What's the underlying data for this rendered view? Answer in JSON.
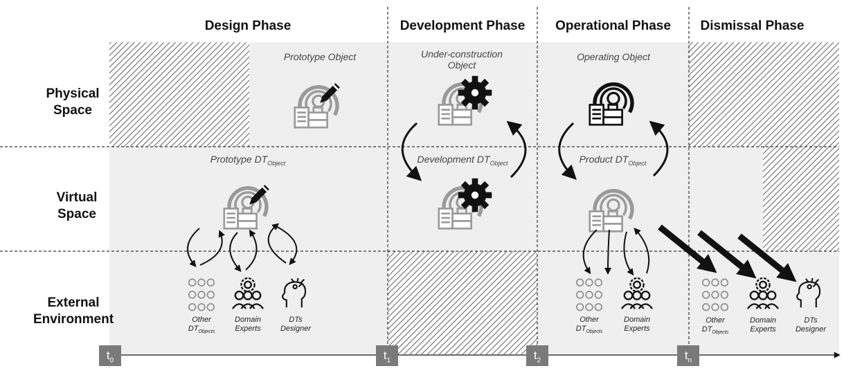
{
  "phases": {
    "design": "Design Phase",
    "development": "Development Phase",
    "operational": "Operational Phase",
    "dismissal": "Dismissal Phase"
  },
  "rows": {
    "physical": [
      "Physical",
      "Space"
    ],
    "virtual": [
      "Virtual",
      "Space"
    ],
    "external": [
      "External",
      "Environment"
    ]
  },
  "captions": {
    "prototype_object": "Prototype Object",
    "under_construction": [
      "Under-construction",
      "Object"
    ],
    "operating_object": "Operating Object",
    "prototype_dt": {
      "base": "Prototype DT",
      "sub": "Object"
    },
    "development_dt": {
      "base": "Development DT",
      "sub": "Object"
    },
    "product_dt": {
      "base": "Product DT",
      "sub": "Object"
    }
  },
  "actors": {
    "other": {
      "line1": "Other",
      "line2_base": "DT",
      "line2_sub": "Objects"
    },
    "domain": [
      "Domain",
      "Experts"
    ],
    "designer": [
      "DTs",
      "Designer"
    ]
  },
  "timeline": {
    "t0": {
      "base": "t",
      "sub": "0"
    },
    "t1": {
      "base": "t",
      "sub": "1"
    },
    "t2": {
      "base": "t",
      "sub": "2"
    },
    "tn": {
      "base": "t",
      "sub": "n"
    }
  },
  "colors": {
    "panel": "#efefef",
    "hatch_line": "#6b6b6b",
    "icon_gray": "#9a9a9a",
    "icon_black": "#111111",
    "dashed": "#333333"
  },
  "icons": [
    "mri-scanner-icon",
    "pencil-icon",
    "gear-icon",
    "group-icon",
    "experts-icon",
    "designer-head-icon"
  ]
}
